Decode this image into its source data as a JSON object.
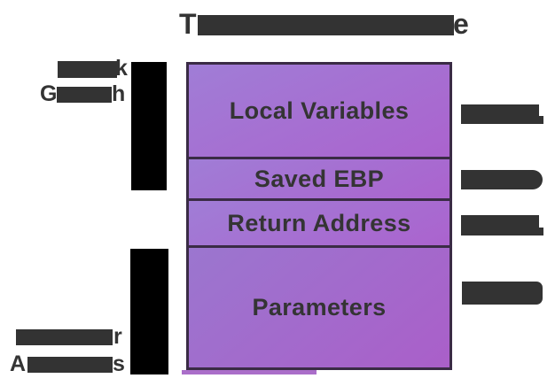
{
  "title": {
    "visible_prefix": "T",
    "visible_suffix": "e",
    "redacted": true
  },
  "left_annotations": {
    "stack_growth": {
      "line1_visible_suffix": "k",
      "line2_visible_prefix": "G",
      "line2_visible_suffix": "h",
      "redacted": true
    },
    "higher_addresses": {
      "line1_visible_suffix": "r",
      "line2_visible_prefix": "A",
      "line2_visible_suffix": "s",
      "redacted": true
    }
  },
  "stack_frame": {
    "rows": [
      {
        "label": "Local Variables"
      },
      {
        "label": "Saved EBP"
      },
      {
        "label": "Return Address"
      },
      {
        "label": "Parameters"
      }
    ]
  },
  "right_annotations": [
    {
      "redacted": true
    },
    {
      "redacted": true
    },
    {
      "redacted": true
    },
    {
      "redacted": true
    }
  ],
  "colors": {
    "text": "#343434",
    "redaction_box": "#333333",
    "arrow_bar": "#000000",
    "frame_border": "#3a2b45",
    "row_gradient_start": "#a07dd6",
    "row_gradient_end": "#ab63ce",
    "background": "#ffffff"
  }
}
